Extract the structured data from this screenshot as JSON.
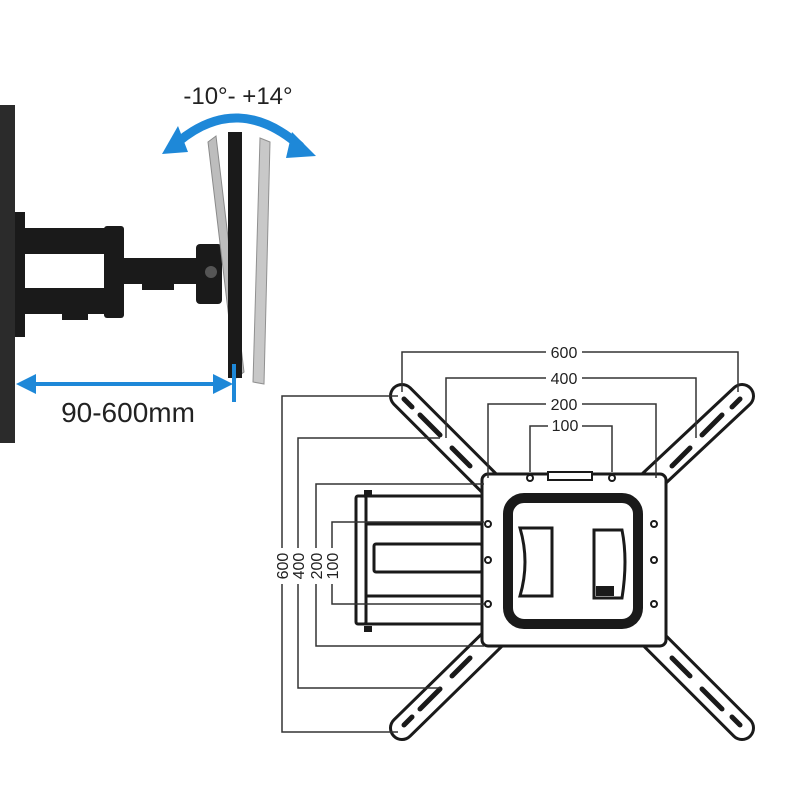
{
  "tilt": {
    "range_label": "-10°- +14°"
  },
  "extension": {
    "range_label": "90-600mm"
  },
  "vesa_horizontal": [
    "600",
    "400",
    "200",
    "100"
  ],
  "vesa_vertical": [
    "600",
    "400",
    "200",
    "100"
  ],
  "colors": {
    "accent": "#1e88d8",
    "ink": "#1a1a1a",
    "line": "#333333",
    "wall": "#2b2b2b"
  }
}
